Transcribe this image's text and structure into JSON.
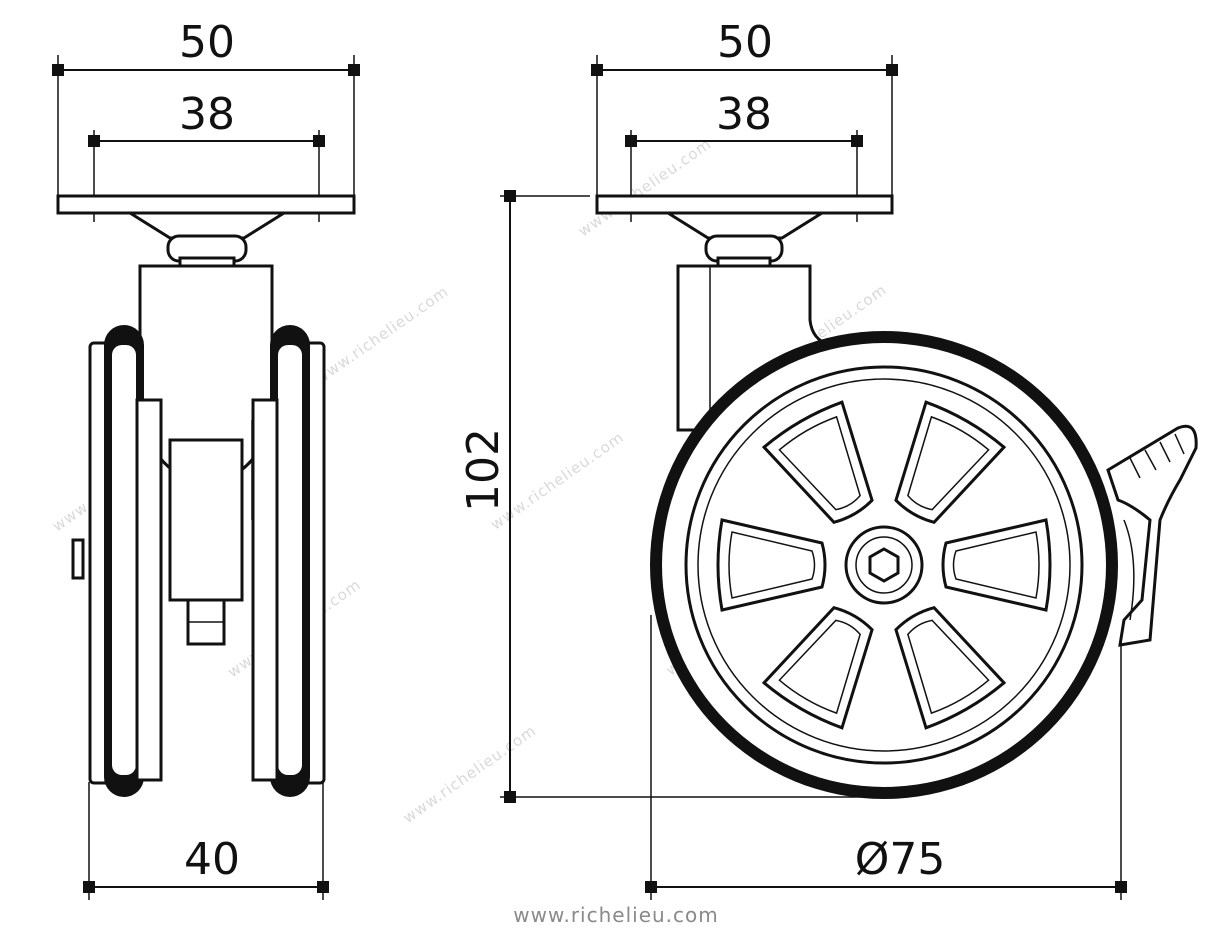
{
  "dimensions": {
    "side_top_outer": "50",
    "side_top_inner": "38",
    "side_bottom_width": "40",
    "front_top_outer": "50",
    "front_top_inner": "38",
    "front_height": "102",
    "front_diameter": "Ø75"
  },
  "watermark": "www.richelieu.com",
  "footer_url": "www.richelieu.com"
}
